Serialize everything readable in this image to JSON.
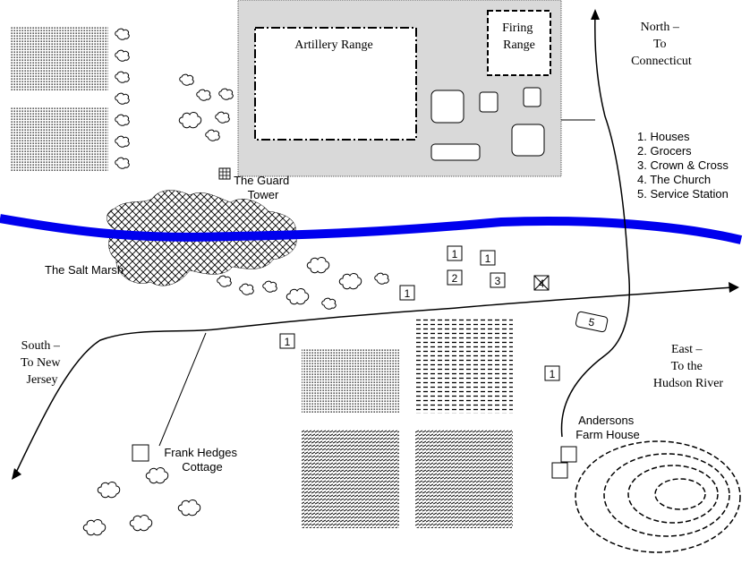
{
  "labels": {
    "artillery_range": "Artillery Range",
    "firing_range": [
      "Firing",
      "Range"
    ],
    "guard_tower": [
      "The Guard",
      "Tower"
    ],
    "salt_marsh": "The Salt Marsh",
    "north": [
      "North –",
      "To",
      "Connecticut"
    ],
    "south": [
      "South –",
      "To New",
      "Jersey"
    ],
    "east": [
      "East –",
      "To the",
      "Hudson River"
    ],
    "cottage": [
      "Frank Hedges",
      "Cottage"
    ],
    "farm_house": [
      "Andersons",
      "Farm House"
    ]
  },
  "legend": [
    "1. Houses",
    "2. Grocers",
    "3. Crown & Cross",
    "4. The Church",
    "5. Service Station"
  ],
  "markers": {
    "house": "1",
    "grocers": "2",
    "crown_cross": "3",
    "church": "4",
    "service_station": "5"
  },
  "colors": {
    "river": "#0000ee",
    "compound": "#d9d9d9",
    "ink": "#000000"
  }
}
